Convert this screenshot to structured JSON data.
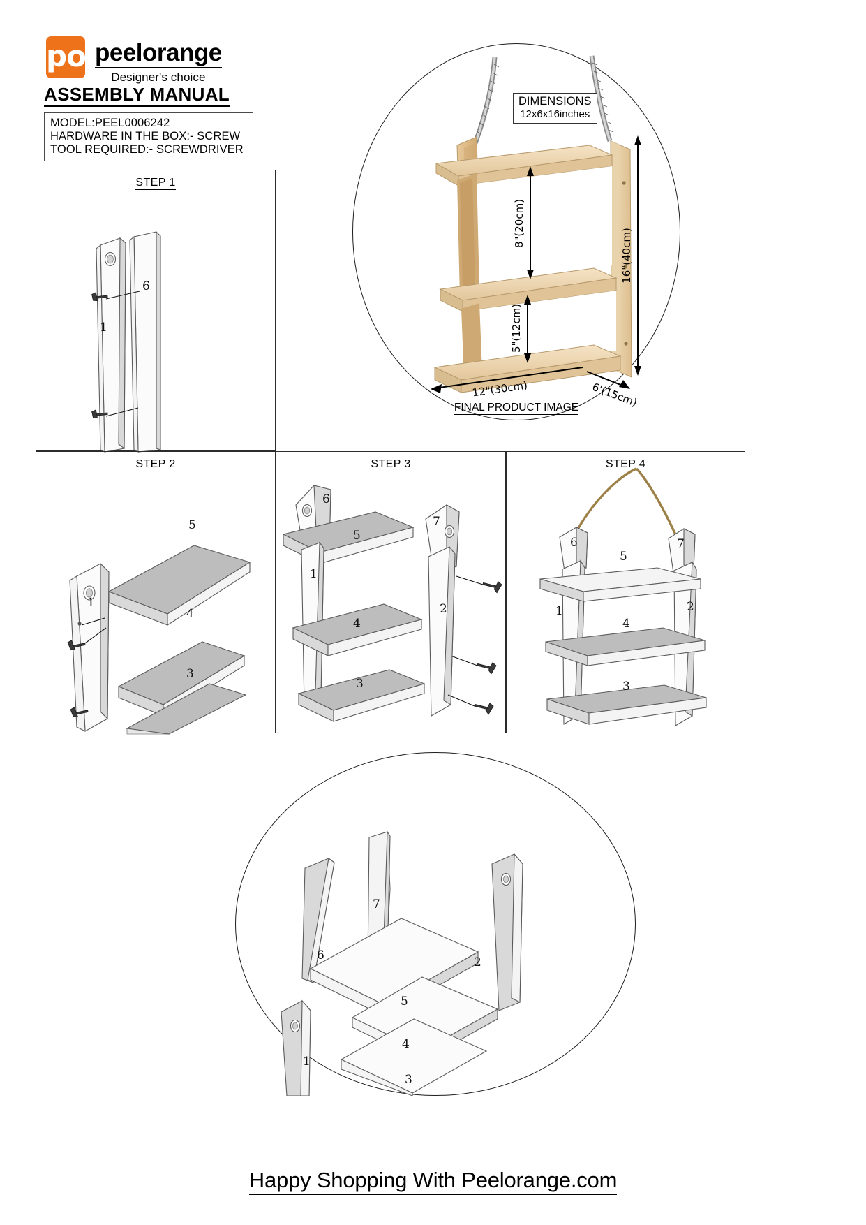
{
  "brand": {
    "logo_glyph": "po",
    "name": "peelorange",
    "tagline": "Designer's choice",
    "logo_color": "#ee7219"
  },
  "header": {
    "title": "ASSEMBLY MANUAL",
    "info": {
      "model": "MODEL:PEEL0006242",
      "hardware": "HARDWARE IN THE BOX:- SCREW",
      "tool": "TOOL REQUIRED:- SCREWDRIVER"
    }
  },
  "final_product": {
    "caption": "FINAL PRODUCT IMAGE",
    "dimensions_label": "DIMENSIONS",
    "dimensions_value": "12x6x16inches",
    "measures": {
      "upper_gap": "8\"(20cm)",
      "lower_gap": "5\"(12cm)",
      "width": "12\"(30cm)",
      "depth": "6'(15cm)",
      "height": "16\"(40cm)"
    }
  },
  "steps": [
    {
      "title": "STEP 1",
      "parts": [
        "1",
        "6"
      ]
    },
    {
      "title": "STEP 2",
      "parts": [
        "1",
        "5",
        "4",
        "3"
      ]
    },
    {
      "title": "STEP 3",
      "parts": [
        "6",
        "5",
        "1",
        "7",
        "4",
        "2",
        "3"
      ]
    },
    {
      "title": "STEP 4",
      "parts": [
        "6",
        "7",
        "5",
        "1",
        "2",
        "4",
        "3"
      ]
    }
  ],
  "parts_overview": {
    "parts": [
      "6",
      "7",
      "2",
      "5",
      "1",
      "4",
      "3"
    ]
  },
  "footer": {
    "text": "Happy Shopping With Peelorange.com"
  }
}
